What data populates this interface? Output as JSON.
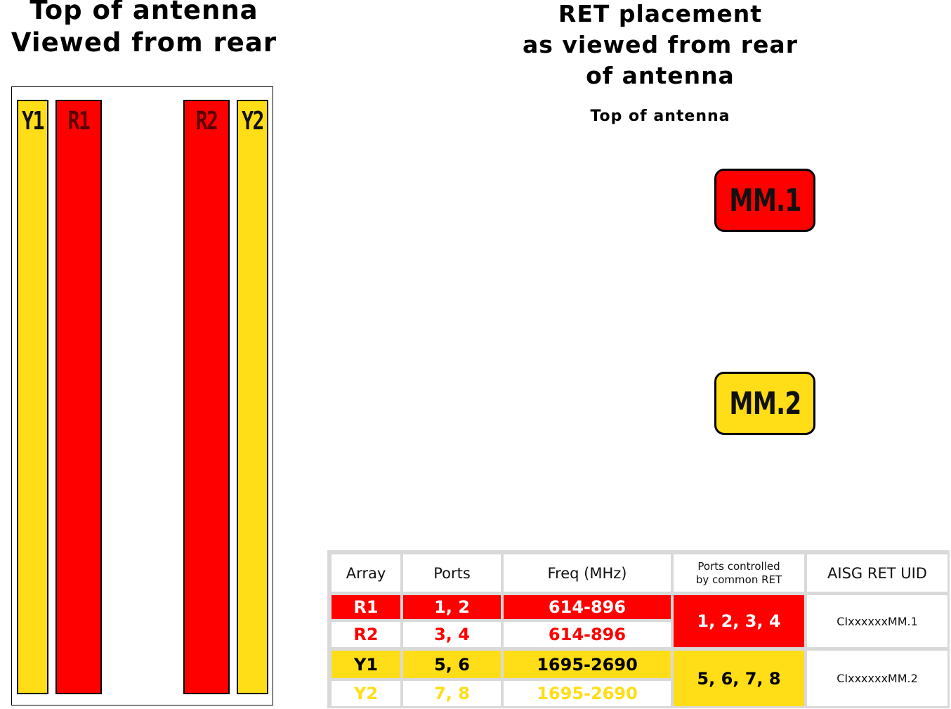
{
  "left": {
    "title_line1": "Top of antenna",
    "title_line2": "Viewed from rear",
    "arrays": [
      {
        "label": "Y1",
        "color": "#FFDD17"
      },
      {
        "label": "R1",
        "color": "#FF0000"
      },
      {
        "label": "R2",
        "color": "#FF0000"
      },
      {
        "label": "Y2",
        "color": "#FFDD17"
      }
    ]
  },
  "right": {
    "title_line1": "RET placement",
    "title_line2": "as viewed from rear",
    "title_line3": "of antenna",
    "top_label": "Top of antenna",
    "rets": [
      {
        "label": "MM.1",
        "color": "#FF0000"
      },
      {
        "label": "MM.2",
        "color": "#FFDD17"
      }
    ]
  },
  "table": {
    "headers": {
      "array": "Array",
      "ports": "Ports",
      "freq": "Freq (MHz)",
      "common_ret_line1": "Ports controlled",
      "common_ret_line2": "by common RET",
      "uid": "AISG RET UID"
    },
    "rows": [
      {
        "array": "R1",
        "ports": "1, 2",
        "freq": "614-896"
      },
      {
        "array": "R2",
        "ports": "3, 4",
        "freq": "614-896"
      },
      {
        "array": "Y1",
        "ports": "5, 6",
        "freq": "1695-2690"
      },
      {
        "array": "Y2",
        "ports": "7, 8",
        "freq": "1695-2690"
      }
    ],
    "groups": [
      {
        "ports": "1, 2, 3, 4",
        "uid": "CIxxxxxxMM.1"
      },
      {
        "ports": "5, 6, 7, 8",
        "uid": "CIxxxxxxMM.2"
      }
    ]
  },
  "colors": {
    "red": "#FF0000",
    "yellow": "#FFDD17",
    "grid": "#D9D9D9"
  }
}
